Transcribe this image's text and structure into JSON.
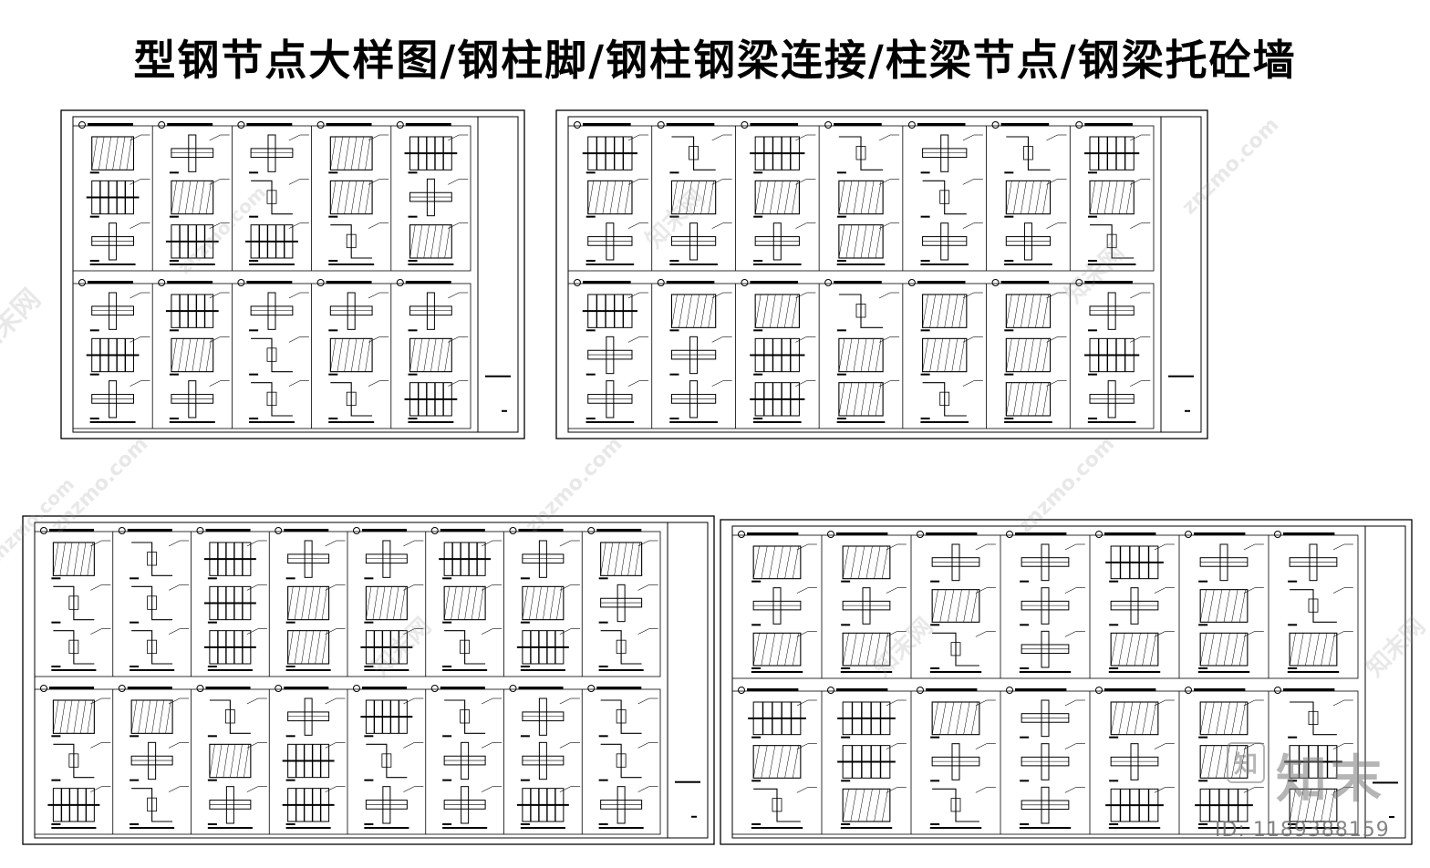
{
  "title": "型钢节点大样图/钢柱脚/钢柱钢梁连接/柱梁节点/钢梁托砼墙",
  "image_id": "ID: 1189388159",
  "watermark": {
    "site": "znzmo.com",
    "brand": "知末网",
    "logo_glyph": "知",
    "logo_name": "知末"
  },
  "colors": {
    "line": "#000000",
    "watermark": "#969696"
  },
  "sheets": [
    {
      "id": "sheet-1",
      "rows": [
        5,
        5
      ]
    },
    {
      "id": "sheet-2",
      "rows": [
        7,
        7
      ]
    },
    {
      "id": "sheet-3",
      "rows": [
        8,
        8
      ]
    },
    {
      "id": "sheet-4",
      "rows": [
        7,
        7
      ]
    }
  ]
}
